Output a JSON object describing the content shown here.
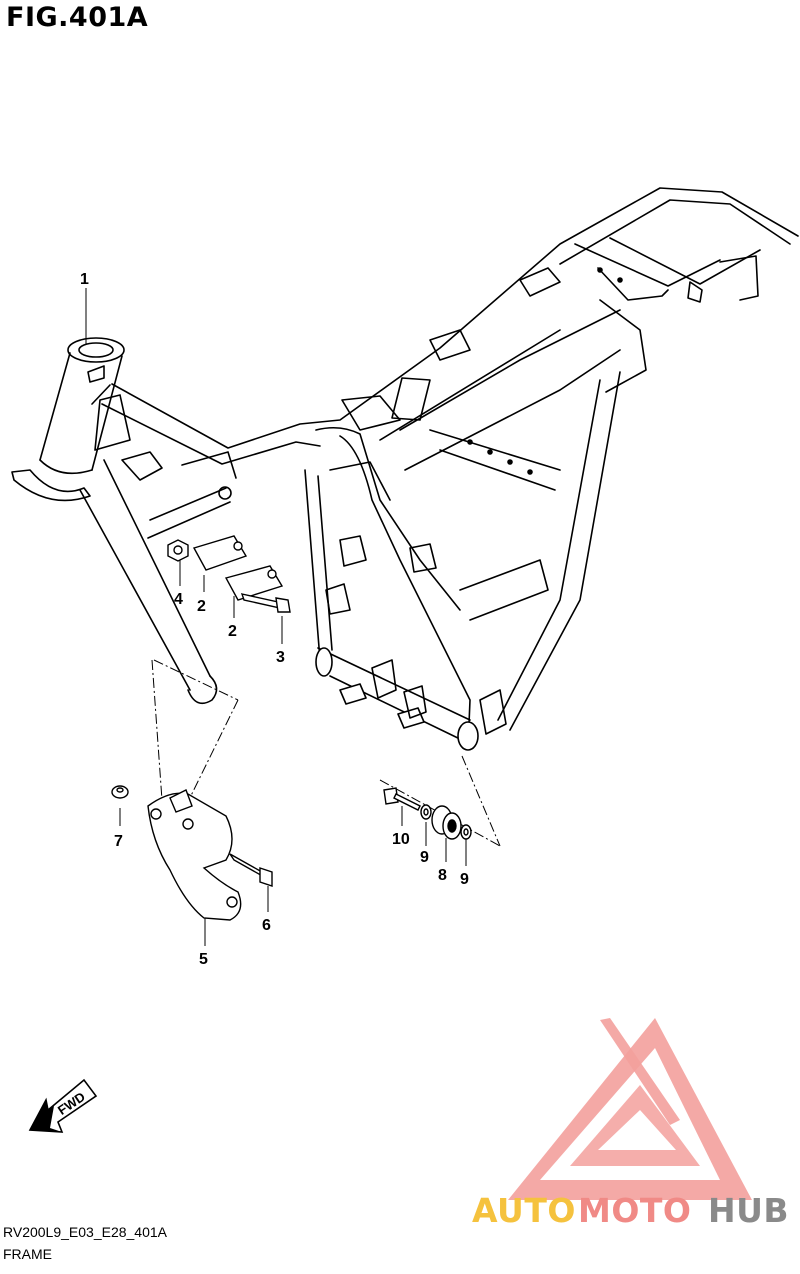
{
  "figure": {
    "title": "FIG.401A"
  },
  "callouts": [
    {
      "id": "1",
      "label": "1"
    },
    {
      "id": "2a",
      "label": "2"
    },
    {
      "id": "2b",
      "label": "2"
    },
    {
      "id": "3",
      "label": "3"
    },
    {
      "id": "4",
      "label": "4"
    },
    {
      "id": "5",
      "label": "5"
    },
    {
      "id": "6",
      "label": "6"
    },
    {
      "id": "7",
      "label": "7"
    },
    {
      "id": "8",
      "label": "8"
    },
    {
      "id": "9a",
      "label": "9"
    },
    {
      "id": "9b",
      "label": "9"
    },
    {
      "id": "10",
      "label": "10"
    }
  ],
  "fwd_arrow": {
    "label": "FWD",
    "icon": "fwd-arrow-icon"
  },
  "watermark": {
    "part1": "AUTO",
    "part2": "MOTO",
    "part3": "HUB",
    "colors": {
      "auto": "#f5c23e",
      "moto": "#f08a86",
      "hub": "#8a8a8a",
      "logo": "#f3a09c"
    }
  },
  "footer": {
    "code": "RV200L9_E03_E28_401A",
    "name": "FRAME"
  }
}
